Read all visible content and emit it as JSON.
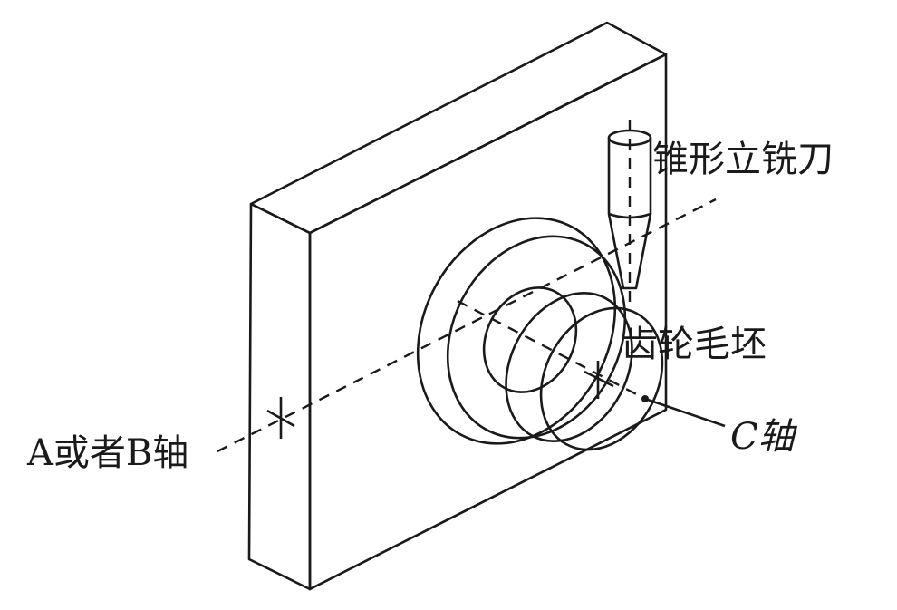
{
  "labels": {
    "tool": "锥形立铣刀",
    "blank": "齿轮毛坯",
    "c_axis": "C轴",
    "ab_axis": "A或者B轴"
  },
  "colors": {
    "line": "#1a1a1a",
    "background": "#ffffff"
  }
}
